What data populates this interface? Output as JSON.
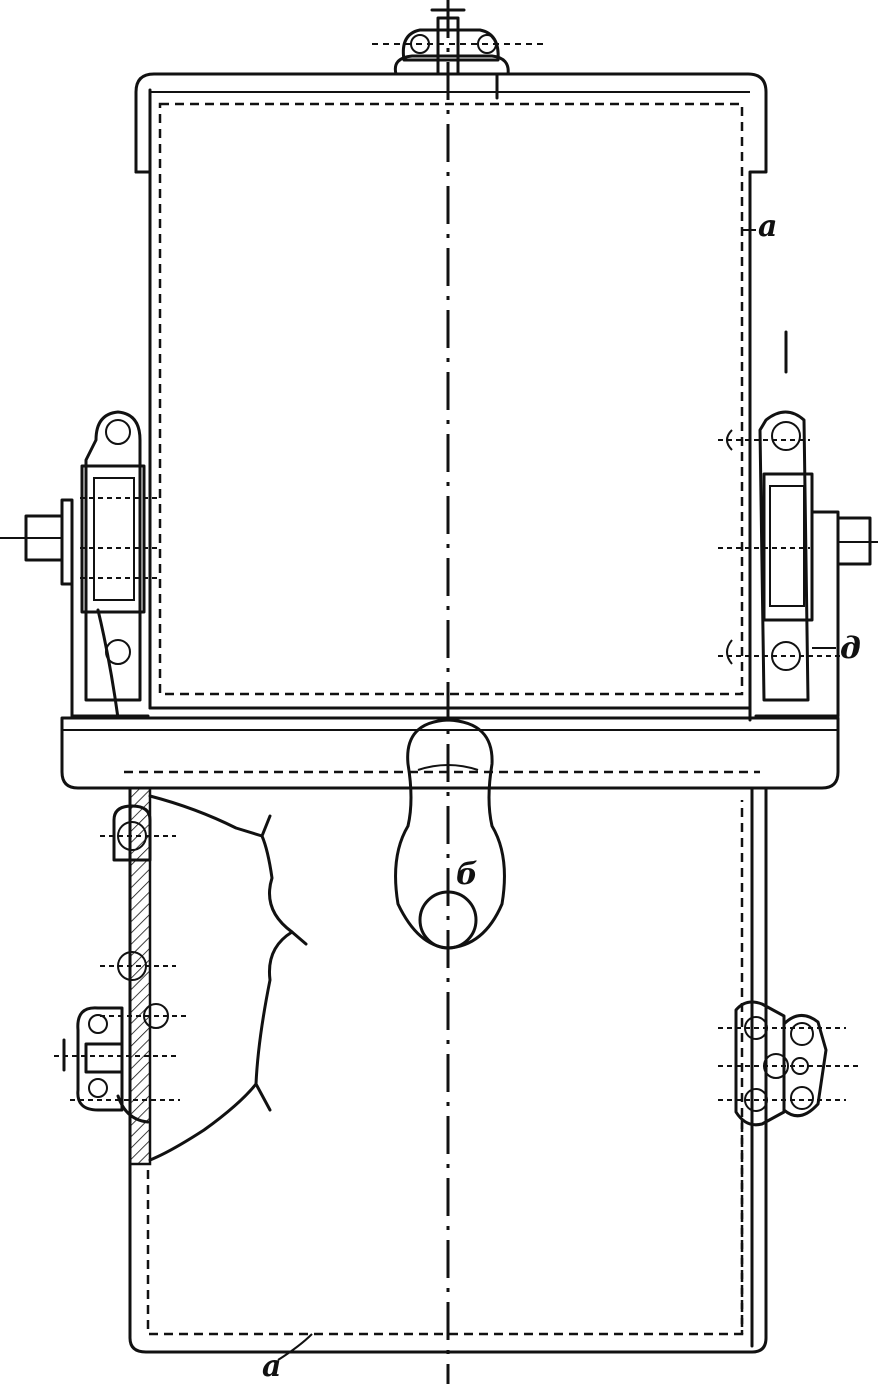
{
  "labels": {
    "upper_part": "a",
    "side_bracket": "д",
    "hinge_eye": "б",
    "lower_part": "a"
  }
}
